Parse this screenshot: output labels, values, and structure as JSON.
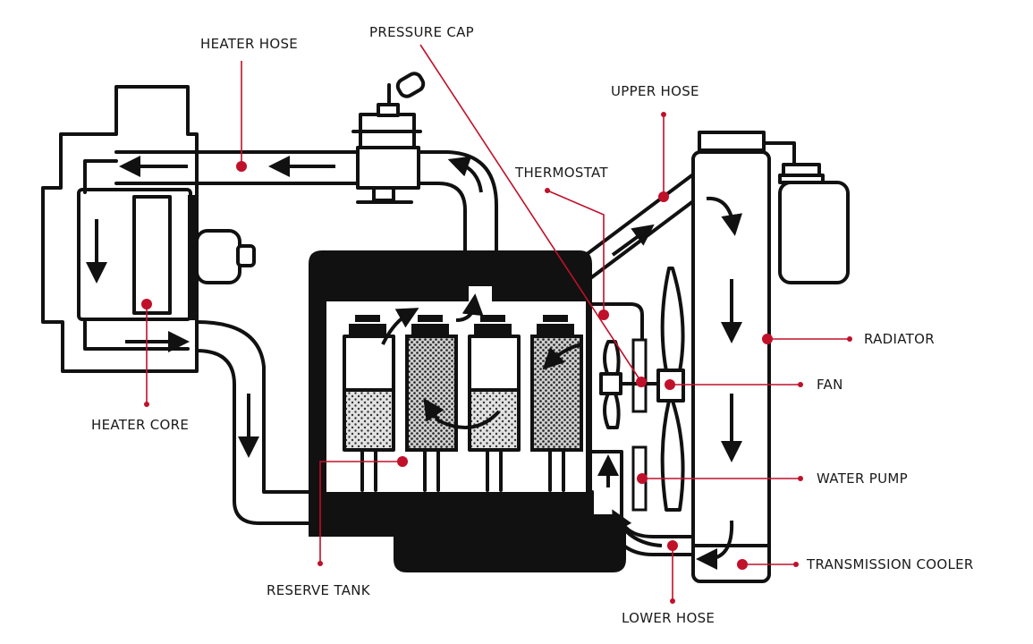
{
  "labels": {
    "heater_hose": "HEATER HOSE",
    "pressure_cap": "PRESSURE CAP",
    "upper_hose": "UPPER HOSE",
    "thermostat": "THERMOSTAT",
    "radiator": "RADIATOR",
    "fan": "FAN",
    "water_pump": "WATER PUMP",
    "transmission_cooler": "TRANSMISSION COOLER",
    "lower_hose": "LOWER HOSE",
    "reserve_tank": "RESERVE TANK",
    "heater_core": "HEATER CORE"
  },
  "colors": {
    "accent": "#c0102a",
    "line": "#111111",
    "coolant_fill": "#d9d9d9",
    "background": "#ffffff"
  }
}
